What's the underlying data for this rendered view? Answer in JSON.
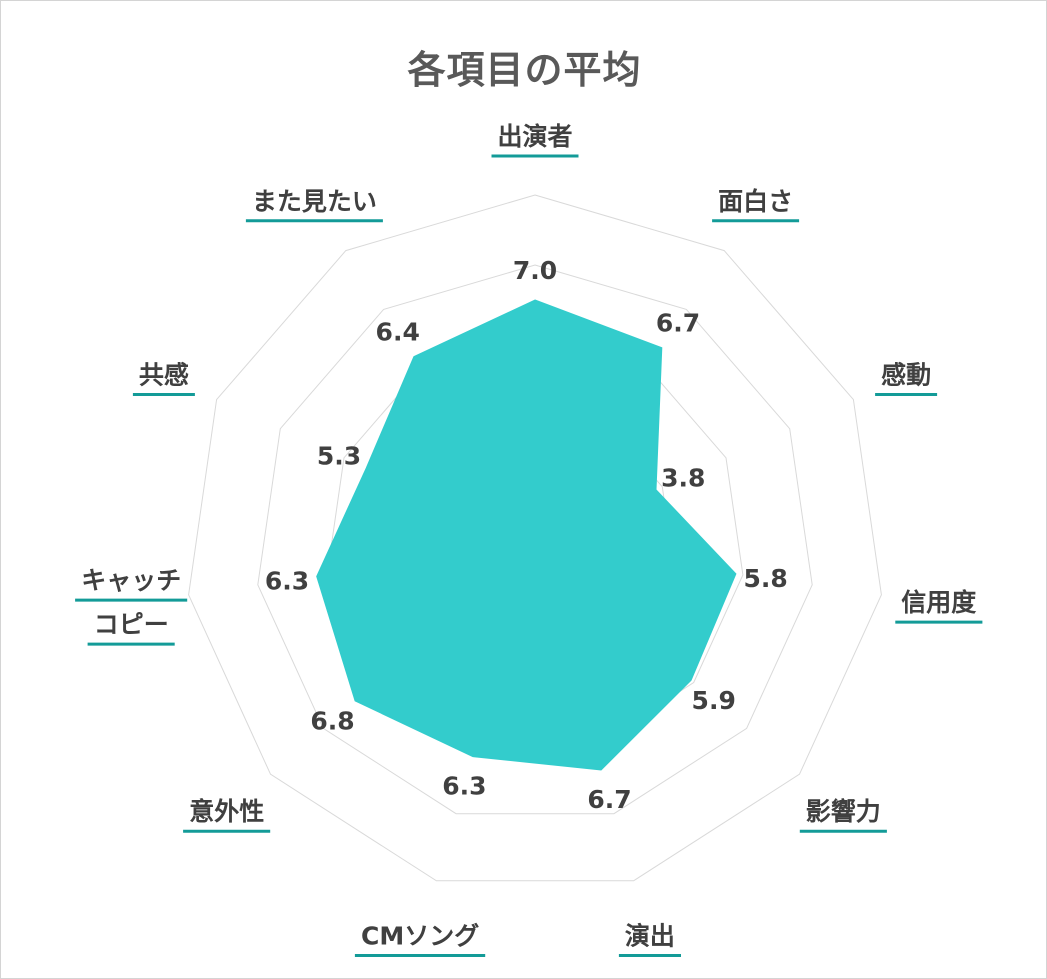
{
  "chart_data": {
    "type": "radar",
    "title": "各項目の平均",
    "categories": [
      "出演者",
      "面白さ",
      "感動",
      "信用度",
      "影響力",
      "演出",
      "CMソング",
      "意外性",
      "キャッチコピー",
      "共感",
      "また見たい"
    ],
    "category_lines": [
      [
        "出演者"
      ],
      [
        "面白さ"
      ],
      [
        "感動"
      ],
      [
        "信用度"
      ],
      [
        "影響力"
      ],
      [
        "演出"
      ],
      [
        "CMソング"
      ],
      [
        "意外性"
      ],
      [
        "キャッチ",
        "コピー"
      ],
      [
        "共感"
      ],
      [
        "また見たい"
      ]
    ],
    "values": [
      7.0,
      6.7,
      3.8,
      5.8,
      5.9,
      6.7,
      6.3,
      6.8,
      6.3,
      5.3,
      6.4
    ],
    "value_labels": [
      "7.0",
      "6.7",
      "3.8",
      "5.8",
      "5.9",
      "6.7",
      "6.3",
      "6.8",
      "6.3",
      "5.3",
      "6.4"
    ],
    "rlim": [
      0,
      10
    ],
    "gridlines": [
      2,
      4,
      6,
      8,
      10
    ],
    "grid": true,
    "legend": "none",
    "colors": {
      "fill": "#33cccc",
      "grid": "#d9d9d9",
      "label_underline": "#139b98",
      "text": "#404040",
      "title": "#595959"
    }
  }
}
